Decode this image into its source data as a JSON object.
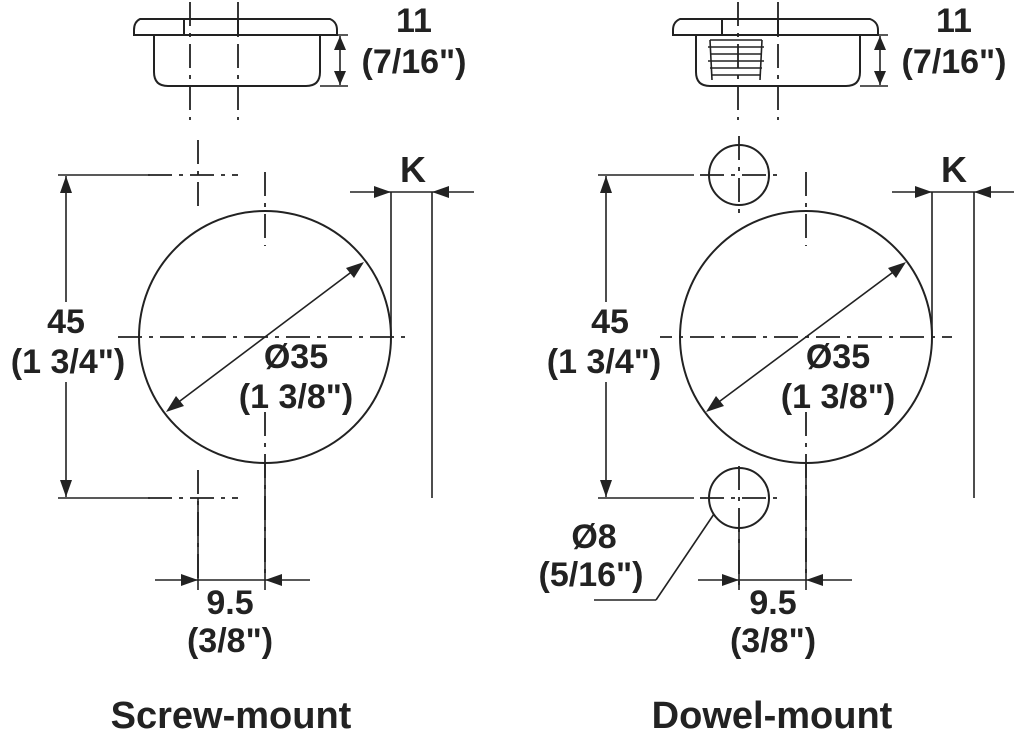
{
  "screw_mount": {
    "depth": "11",
    "depth_in": "(7/16\")",
    "k_label": "K",
    "height": "45",
    "height_in": "(1 3/4\")",
    "diameter": "Ø35",
    "diameter_in": "(1 3/8\")",
    "offset": "9.5",
    "offset_in": "(3/8\")",
    "caption": "Screw-mount"
  },
  "dowel_mount": {
    "depth": "11",
    "depth_in": "(7/16\")",
    "k_label": "K",
    "height": "45",
    "height_in": "(1 3/4\")",
    "diameter": "Ø35",
    "diameter_in": "(1 3/8\")",
    "dowel_diameter": "Ø8",
    "dowel_diameter_in": "(5/16\")",
    "offset": "9.5",
    "offset_in": "(3/8\")",
    "caption": "Dowel-mount"
  }
}
